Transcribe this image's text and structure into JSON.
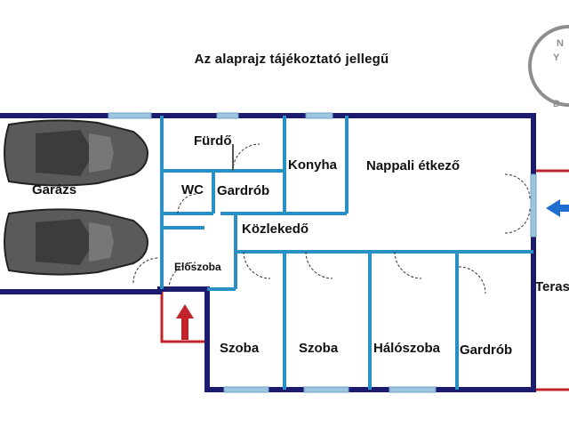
{
  "plan": {
    "title": "Az alaprajz tájékoztató jellegű",
    "watermark_letters": [
      "N",
      "Y",
      "D"
    ],
    "rooms": {
      "garage": "Garázs",
      "bathroom": "Fürdő",
      "wc": "WC",
      "wardrobe_small": "Gardrób",
      "kitchen": "Konyha",
      "living_dining": "Nappali étkező",
      "hallway": "Közlekedő",
      "entrance_hall": "Előszoba",
      "terrace": "Terasz",
      "room_1": "Szoba",
      "room_2": "Szoba",
      "bedroom": "Hálószoba",
      "wardrobe_large": "Gardrób"
    },
    "colors": {
      "outer_wall": "#1b1b70",
      "inner_wall": "#2a8fc4",
      "window": "#9fc6df",
      "terrace_outline": "#c0252b",
      "entry_arrow": "#c0252b",
      "terrace_arrow": "#1f6fd0",
      "car": "#5a5a5a"
    }
  }
}
